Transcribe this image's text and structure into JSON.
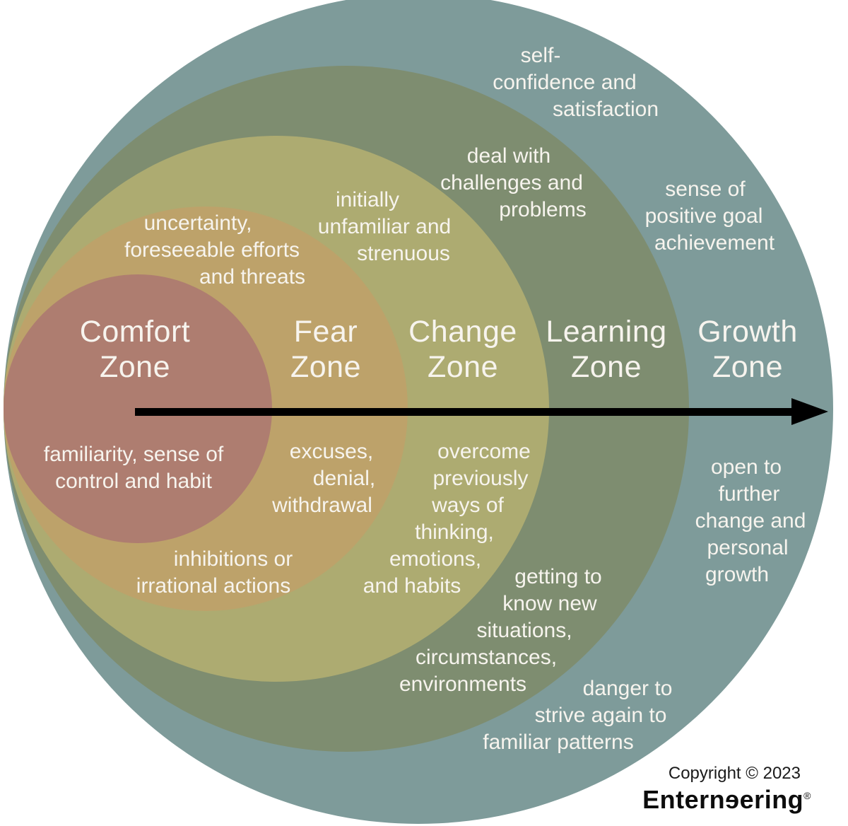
{
  "diagram": {
    "colors": {
      "background": "#ffffff",
      "text": "#f7f4ee",
      "arrow": "#000000",
      "footer_text": "#1b1b1b"
    },
    "zones": [
      {
        "id": "comfort",
        "name": "Comfort Zone",
        "label": "Comfort\nZone",
        "color": "#ae7d70"
      },
      {
        "id": "fear",
        "name": "Fear Zone",
        "label": "Fear\nZone",
        "color": "#bda26a"
      },
      {
        "id": "change",
        "name": "Change Zone",
        "label": "Change\nZone",
        "color": "#adab71"
      },
      {
        "id": "learning",
        "name": "Learning Zone",
        "label": "Learning\nZone",
        "color": "#7e8d70"
      },
      {
        "id": "growth",
        "name": "Growth Zone",
        "label": "Growth\nZone",
        "color": "#7e9b9a"
      }
    ],
    "annotations": [
      {
        "zone": "Fear Zone",
        "position": "top",
        "lines": [
          "uncertainty,",
          "foreseeable efforts",
          "and threats"
        ]
      },
      {
        "zone": "Change Zone",
        "position": "top",
        "lines": [
          "initially",
          "unfamiliar and",
          "strenuous"
        ]
      },
      {
        "zone": "Learning Zone",
        "position": "top",
        "lines": [
          "deal with",
          "challenges and",
          "problems"
        ]
      },
      {
        "zone": "Growth Zone",
        "position": "top",
        "lines": [
          "self-",
          "confidence and",
          "satisfaction"
        ]
      },
      {
        "zone": "Growth Zone",
        "position": "upper-right",
        "lines": [
          "sense of",
          "positive goal",
          "achievement"
        ]
      },
      {
        "zone": "Comfort Zone",
        "position": "bottom",
        "lines": [
          "familiarity, sense of",
          "control and habit"
        ]
      },
      {
        "zone": "Fear Zone",
        "position": "bottom",
        "lines": [
          "excuses,",
          "denial,",
          "withdrawal"
        ]
      },
      {
        "zone": "Change Zone",
        "position": "bottom",
        "lines": [
          "overcome",
          "previously",
          "ways of",
          "thinking,",
          "emotions,",
          "and habits"
        ]
      },
      {
        "zone": "Fear Zone",
        "position": "lower",
        "lines": [
          "inhibitions or",
          "irrational actions"
        ]
      },
      {
        "zone": "Learning Zone",
        "position": "bottom",
        "lines": [
          "getting to",
          "know new",
          "situations,",
          "circumstances,",
          "environments"
        ]
      },
      {
        "zone": "Growth Zone",
        "position": "bottom",
        "lines": [
          "danger to",
          "strive again to",
          "familiar patterns"
        ]
      },
      {
        "zone": "Growth Zone",
        "position": "right",
        "lines": [
          "open to",
          "further",
          "change and",
          "personal",
          "growth"
        ]
      }
    ],
    "arrow": {
      "direction": "right",
      "color": "#000000"
    }
  },
  "footer": {
    "copyright": "Copyright © 2023",
    "brand": "Enternɘering",
    "registered": "®"
  }
}
